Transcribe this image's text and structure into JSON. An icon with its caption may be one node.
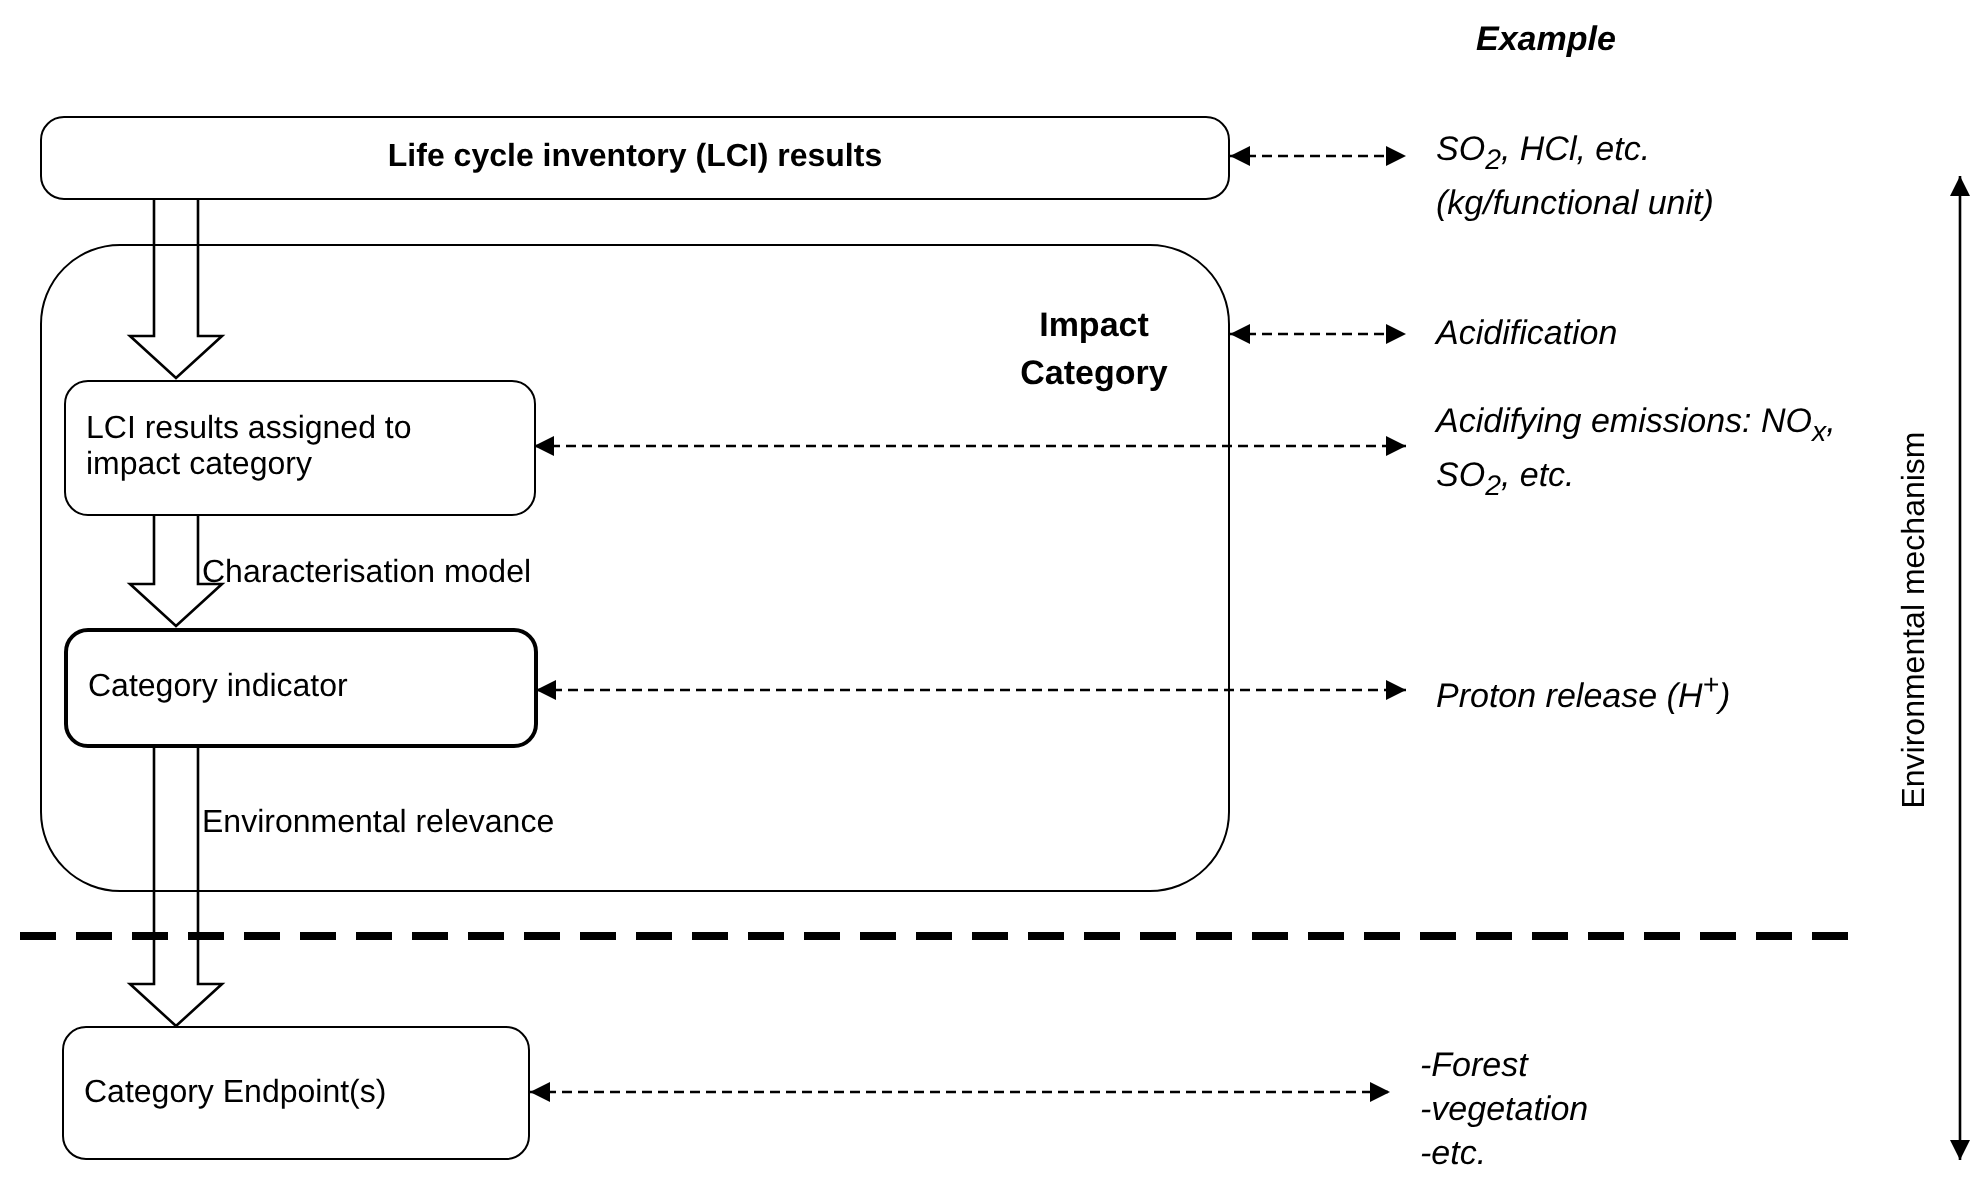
{
  "diagram": {
    "nodes": [
      {
        "text": [
          "Life cycle inventory (LCI) results"
        ]
      },
      {
        "text": [
          "Impact Category"
        ]
      },
      {
        "text": [
          "LCI results assigned to impact category"
        ],
        "in": 1
      },
      {
        "text": [
          "Category indicator"
        ],
        "in": 1
      },
      {
        "text": [
          "Category Endpoint(s)"
        ]
      },
      {
        "text": [
          "SO$_{2}$, HCl, etc. (kg/functional unit)"
        ]
      },
      {
        "text": [
          "Acidification"
        ]
      },
      {
        "text": [
          "Acidifying emissions: NO$_{x}$, SO$_{2}$, etc."
        ]
      },
      {
        "text": [
          "Proton release (H$^{+}$)"
        ]
      },
      {
        "text": [
          "-Forest",
          "-vegetation",
          "-etc."
        ]
      }
    ],
    "edges": [
      {
        "from": 0,
        "to": 2,
        "arrow": "to",
        "style": "thick"
      },
      {
        "from": 2,
        "to": 3,
        "arrow": "to",
        "style": "thick",
        "label": "Characterisation model"
      },
      {
        "from": 3,
        "to": 4,
        "arrow": "to",
        "style": "thick",
        "label": "Environmental relevance"
      },
      {
        "from": 0,
        "to": 5,
        "arrow": "both",
        "style": "dashed"
      },
      {
        "from": 1,
        "to": 6,
        "arrow": "both",
        "style": "dashed"
      },
      {
        "from": 2,
        "to": 7,
        "arrow": "both",
        "style": "dashed"
      },
      {
        "from": 3,
        "to": 8,
        "arrow": "both",
        "style": "dashed"
      },
      {
        "from": 4,
        "to": 9,
        "arrow": "both",
        "style": "dashed"
      }
    ],
    "labels": [
      "Example",
      "Environmental mechanism"
    ]
  }
}
